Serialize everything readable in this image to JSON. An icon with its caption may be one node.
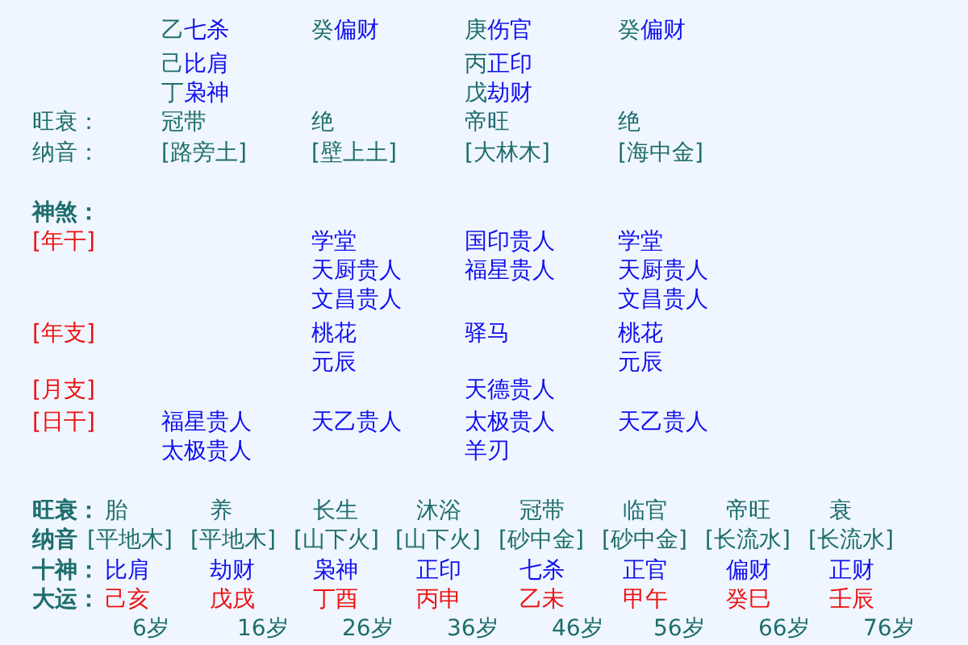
{
  "diagram": {
    "labels": [
      "乙七杀",
      "癸偏财",
      "庚伤官",
      "癸偏财",
      "己比肩",
      "丙正印",
      "丁枭神",
      "戊劫财",
      "旺衰：",
      "冠带",
      "绝",
      "帝旺",
      "绝",
      "纳音：",
      "[路旁土]",
      "[壁上土]",
      "[大林木]",
      "[海中金]",
      "神煞：",
      "[年干]",
      "学堂",
      "国印贵人",
      "学堂",
      "天厨贵人",
      "福星贵人",
      "天厨贵人",
      "文昌贵人",
      "文昌贵人",
      "[年支]",
      "桃花",
      "驿马",
      "桃花",
      "元辰",
      "元辰",
      "[月支]",
      "天德贵人",
      "[日干]",
      "福星贵人",
      "天乙贵人",
      "太极贵人",
      "天乙贵人",
      "太极贵人",
      "羊刃",
      "旺衰：",
      "胎",
      "养",
      "长生",
      "沐浴",
      "冠带",
      "临官",
      "帝旺",
      "衰",
      "纳音",
      "[平地木]",
      "[平地木]",
      "[山下火]",
      "[山下火]",
      "[砂中金]",
      "[砂中金]",
      "[长流水]",
      "[长流水]",
      "十神：",
      "比肩",
      "劫财",
      "枭神",
      "正印",
      "七杀",
      "正官",
      "偏财",
      "正财",
      "大运：",
      "己亥",
      "戊戌",
      "丁酉",
      "丙申",
      "乙未",
      "甲午",
      "癸巳",
      "壬辰",
      "6岁",
      "16岁",
      "26岁",
      "36岁",
      "46岁",
      "56岁",
      "66岁",
      "76岁"
    ]
  }
}
